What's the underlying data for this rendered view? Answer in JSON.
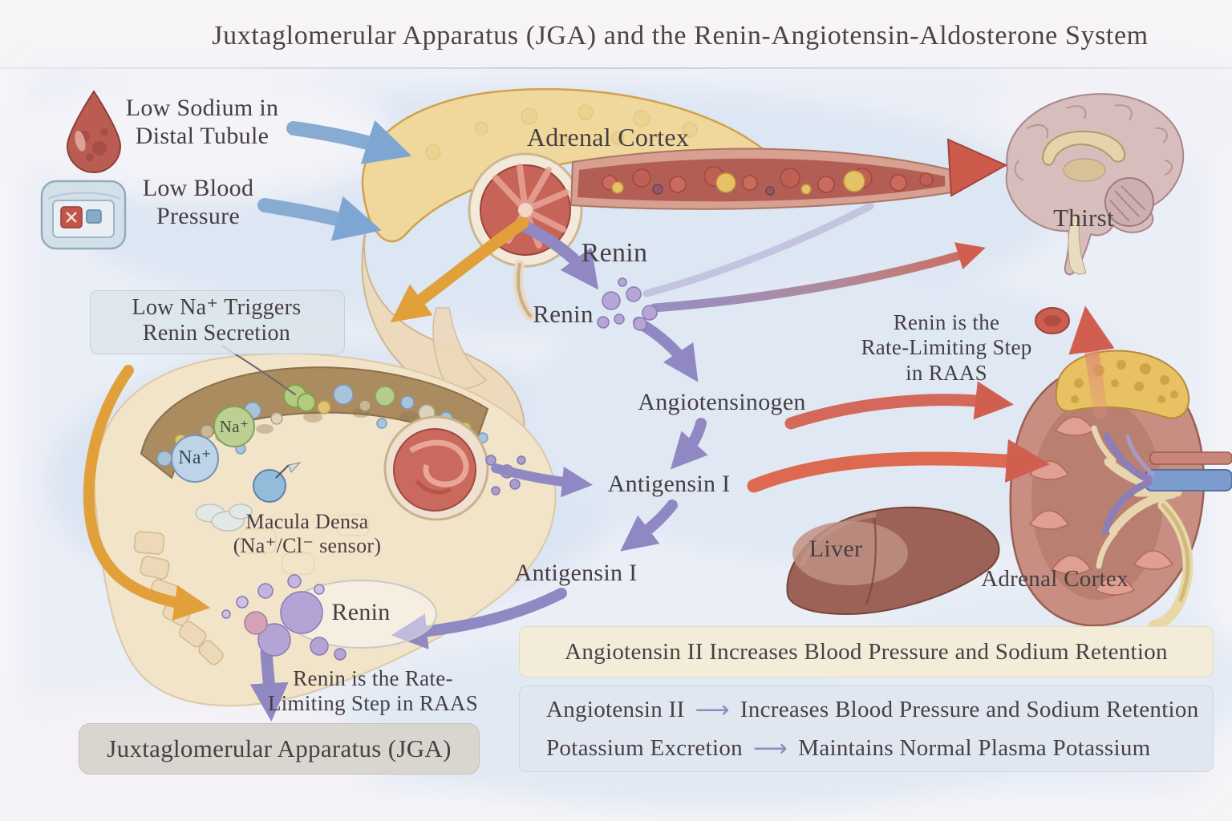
{
  "title": "Juxtaglomerular Apparatus (JGA) and the Renin-Angiotensin-Aldosterone System",
  "icons": {
    "flow_arrow": "⟶"
  },
  "triggers": {
    "low_sodium_line1": "Low Sodium in",
    "low_sodium_line2": "Distal Tubule",
    "low_bp_line1": "Low Blood",
    "low_bp_line2": "Pressure"
  },
  "top": {
    "adrenal_cortex": "Adrenal Cortex",
    "renin_upper": "Renin",
    "renin_lower": "Renin",
    "thirst": "Thirst"
  },
  "callouts": {
    "low_na_line1": "Low Na⁺ Triggers",
    "low_na_line2": "Renin Secretion",
    "rate_right_line1": "Renin is the",
    "rate_right_line2": "Rate-Limiting Step",
    "rate_right_line3": "in RAAS",
    "rate_left_line1": "Renin is the Rate-",
    "rate_left_line2": "Limiting Step in RAAS"
  },
  "cascade": {
    "angiotensinogen": "Angiotensinogen",
    "angiotensin_i_upper": "Antigensin I",
    "angiotensin_i_lower": "Antigensin I"
  },
  "jga": {
    "na_green": "Na⁺",
    "na_blue": "Na⁺",
    "macula_densa_line1": "Macula Densa",
    "macula_densa_line2": "(Na⁺/Cl⁻ sensor)",
    "renin": "Renin",
    "label": "Juxtaglomerular Apparatus (JGA)"
  },
  "right": {
    "liver": "Liver",
    "adrenal_cortex": "Adrenal Cortex"
  },
  "banners": {
    "headline": "Angiotensin II Increases Blood Pressure and Sodium Retention",
    "row1_subject": "Angiotensin II",
    "row1_effect": "Increases Blood Pressure and Sodium Retention",
    "row2_subject": "Potassium Excretion",
    "row2_effect": "Maintains Normal Plasma Potassium"
  },
  "colors": {
    "text": "#453e42",
    "blue_arrow": "#7ea6d2",
    "purple_arrow": "#8f88c2",
    "orange_arrow": "#e2a03a",
    "red_arrow": "#d05f50",
    "banner_cream_bg": "#f3ecd9",
    "banner_blue_bg": "#e1e7f0",
    "label_box_bg": "#d9d6cf",
    "callout_box_bg": "#dce2e9"
  }
}
